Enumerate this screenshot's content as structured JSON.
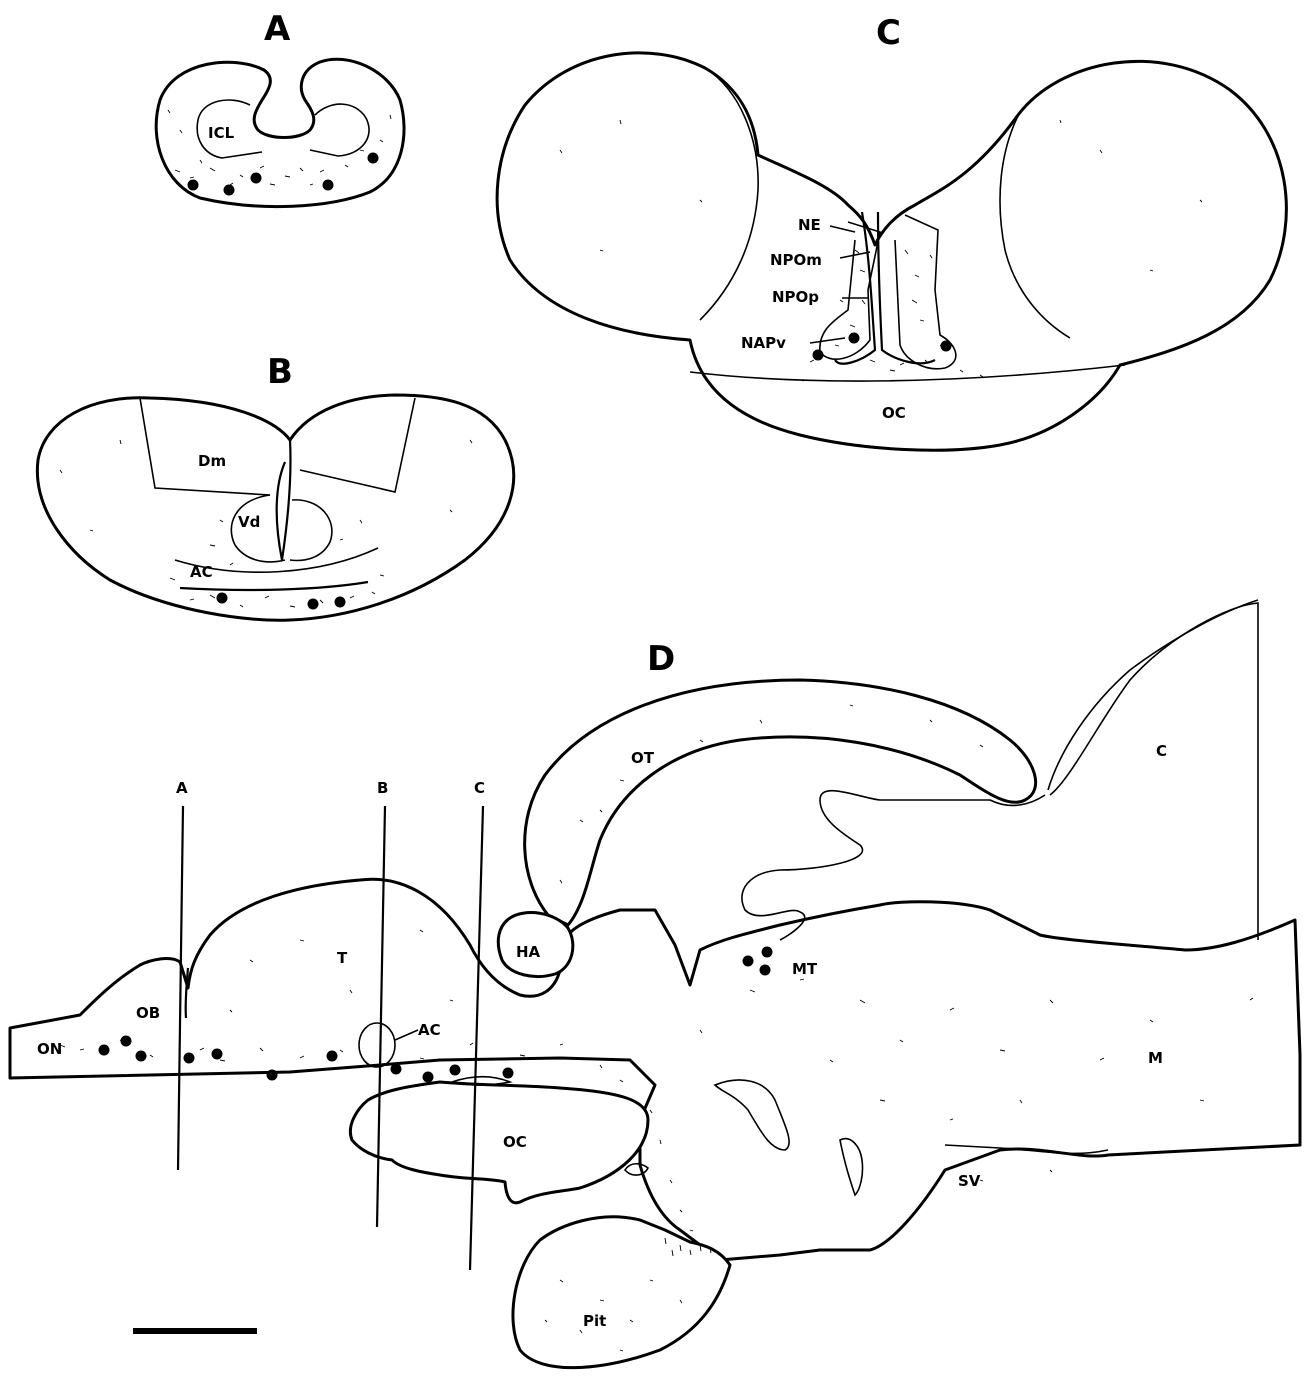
{
  "panels": {
    "a": "A",
    "b": "B",
    "c": "C",
    "d": "D"
  },
  "panel_a": {
    "icl": "ICL"
  },
  "panel_b": {
    "dm": "Dm",
    "vd": "Vd",
    "ac": "AC"
  },
  "panel_c": {
    "ne": "NE",
    "npom": "NPOm",
    "npop": "NPOp",
    "napv": "NAPv",
    "oc": "OC"
  },
  "panel_d": {
    "ot": "OT",
    "c": "C",
    "t": "T",
    "ha": "HA",
    "mt": "MT",
    "ob": "OB",
    "ac": "AC",
    "on": "ON",
    "m": "M",
    "oc": "OC",
    "sv": "SV",
    "pit": "Pit",
    "section_lines": {
      "a": "A",
      "b": "B",
      "c": "C"
    }
  }
}
